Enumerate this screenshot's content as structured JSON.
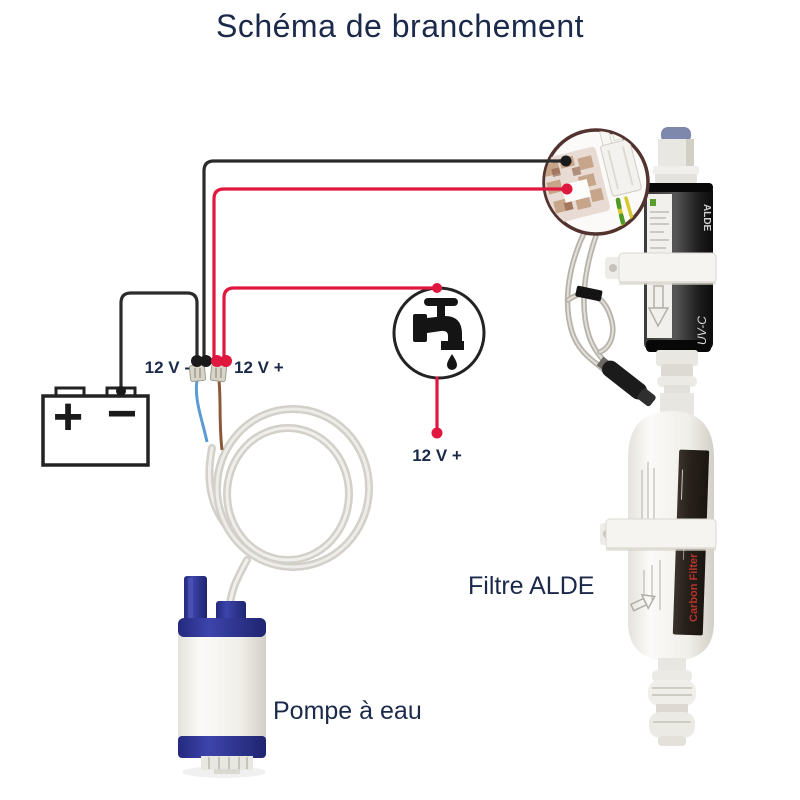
{
  "title": "Schéma de branchement",
  "battery": {
    "plus": "+",
    "minus": "−"
  },
  "terminals": {
    "negative_label": "12 V -",
    "positive_label": "12 V +"
  },
  "tap": {
    "supply_label": "12 V +"
  },
  "pump": {
    "label": "Pompe à eau"
  },
  "filter": {
    "label": "Filtre ALDE",
    "uv_brand_vertical": "ALDE",
    "uv_text_vertical": "UV-C",
    "carbon_text_vertical": "Carbon Filter"
  },
  "colors": {
    "text_navy": "#1b2a4a",
    "wire_black": "#2b2b2b",
    "wire_red": "#e0173f",
    "pump_blue": "#2e3192",
    "connector_circle_border": "#533330",
    "earth_wire_green": "#4e9a28",
    "earth_wire_yellow": "#d6c92f"
  }
}
